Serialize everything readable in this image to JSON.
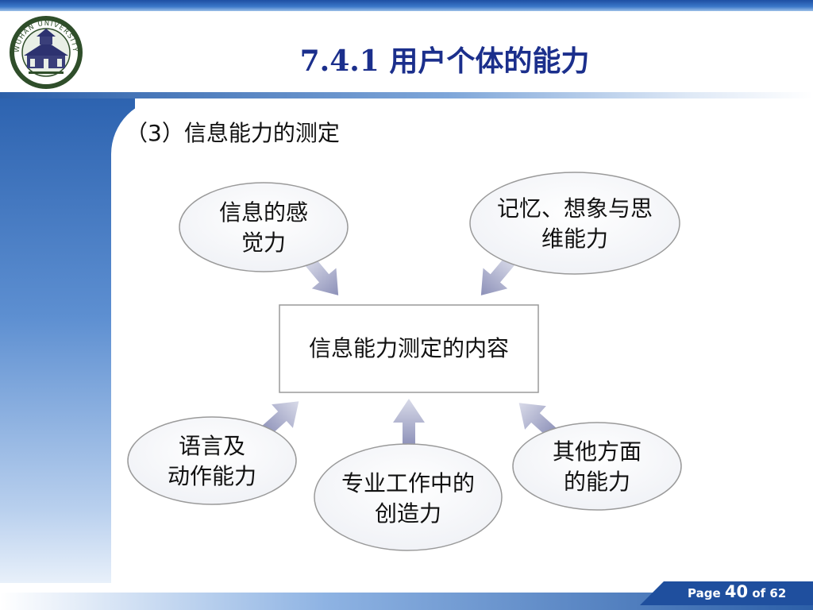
{
  "slide": {
    "title": "7.4.1  用户个体的能力",
    "section_title": "（3）信息能力的测定"
  },
  "diagram": {
    "center": "信息能力测定的内容",
    "nodes": [
      {
        "id": "perception",
        "lines": [
          "信息的感",
          "觉力"
        ]
      },
      {
        "id": "memory",
        "lines": [
          "记忆、想象与思",
          "维能力"
        ]
      },
      {
        "id": "language",
        "lines": [
          "语言及",
          "动作能力"
        ]
      },
      {
        "id": "creativity",
        "lines": [
          "专业工作中的",
          "创造力"
        ]
      },
      {
        "id": "other",
        "lines": [
          "其他方面",
          "的能力"
        ]
      }
    ]
  },
  "logo": {
    "text": "WUHAN UNIVERSITY"
  },
  "footer": {
    "page_word": "Page",
    "current": "40",
    "of_word": "of",
    "total": "62"
  },
  "colors": {
    "title": "#1b2f8c",
    "accent_blue": "#2c5fa8",
    "arrow": "#8c90b8"
  }
}
